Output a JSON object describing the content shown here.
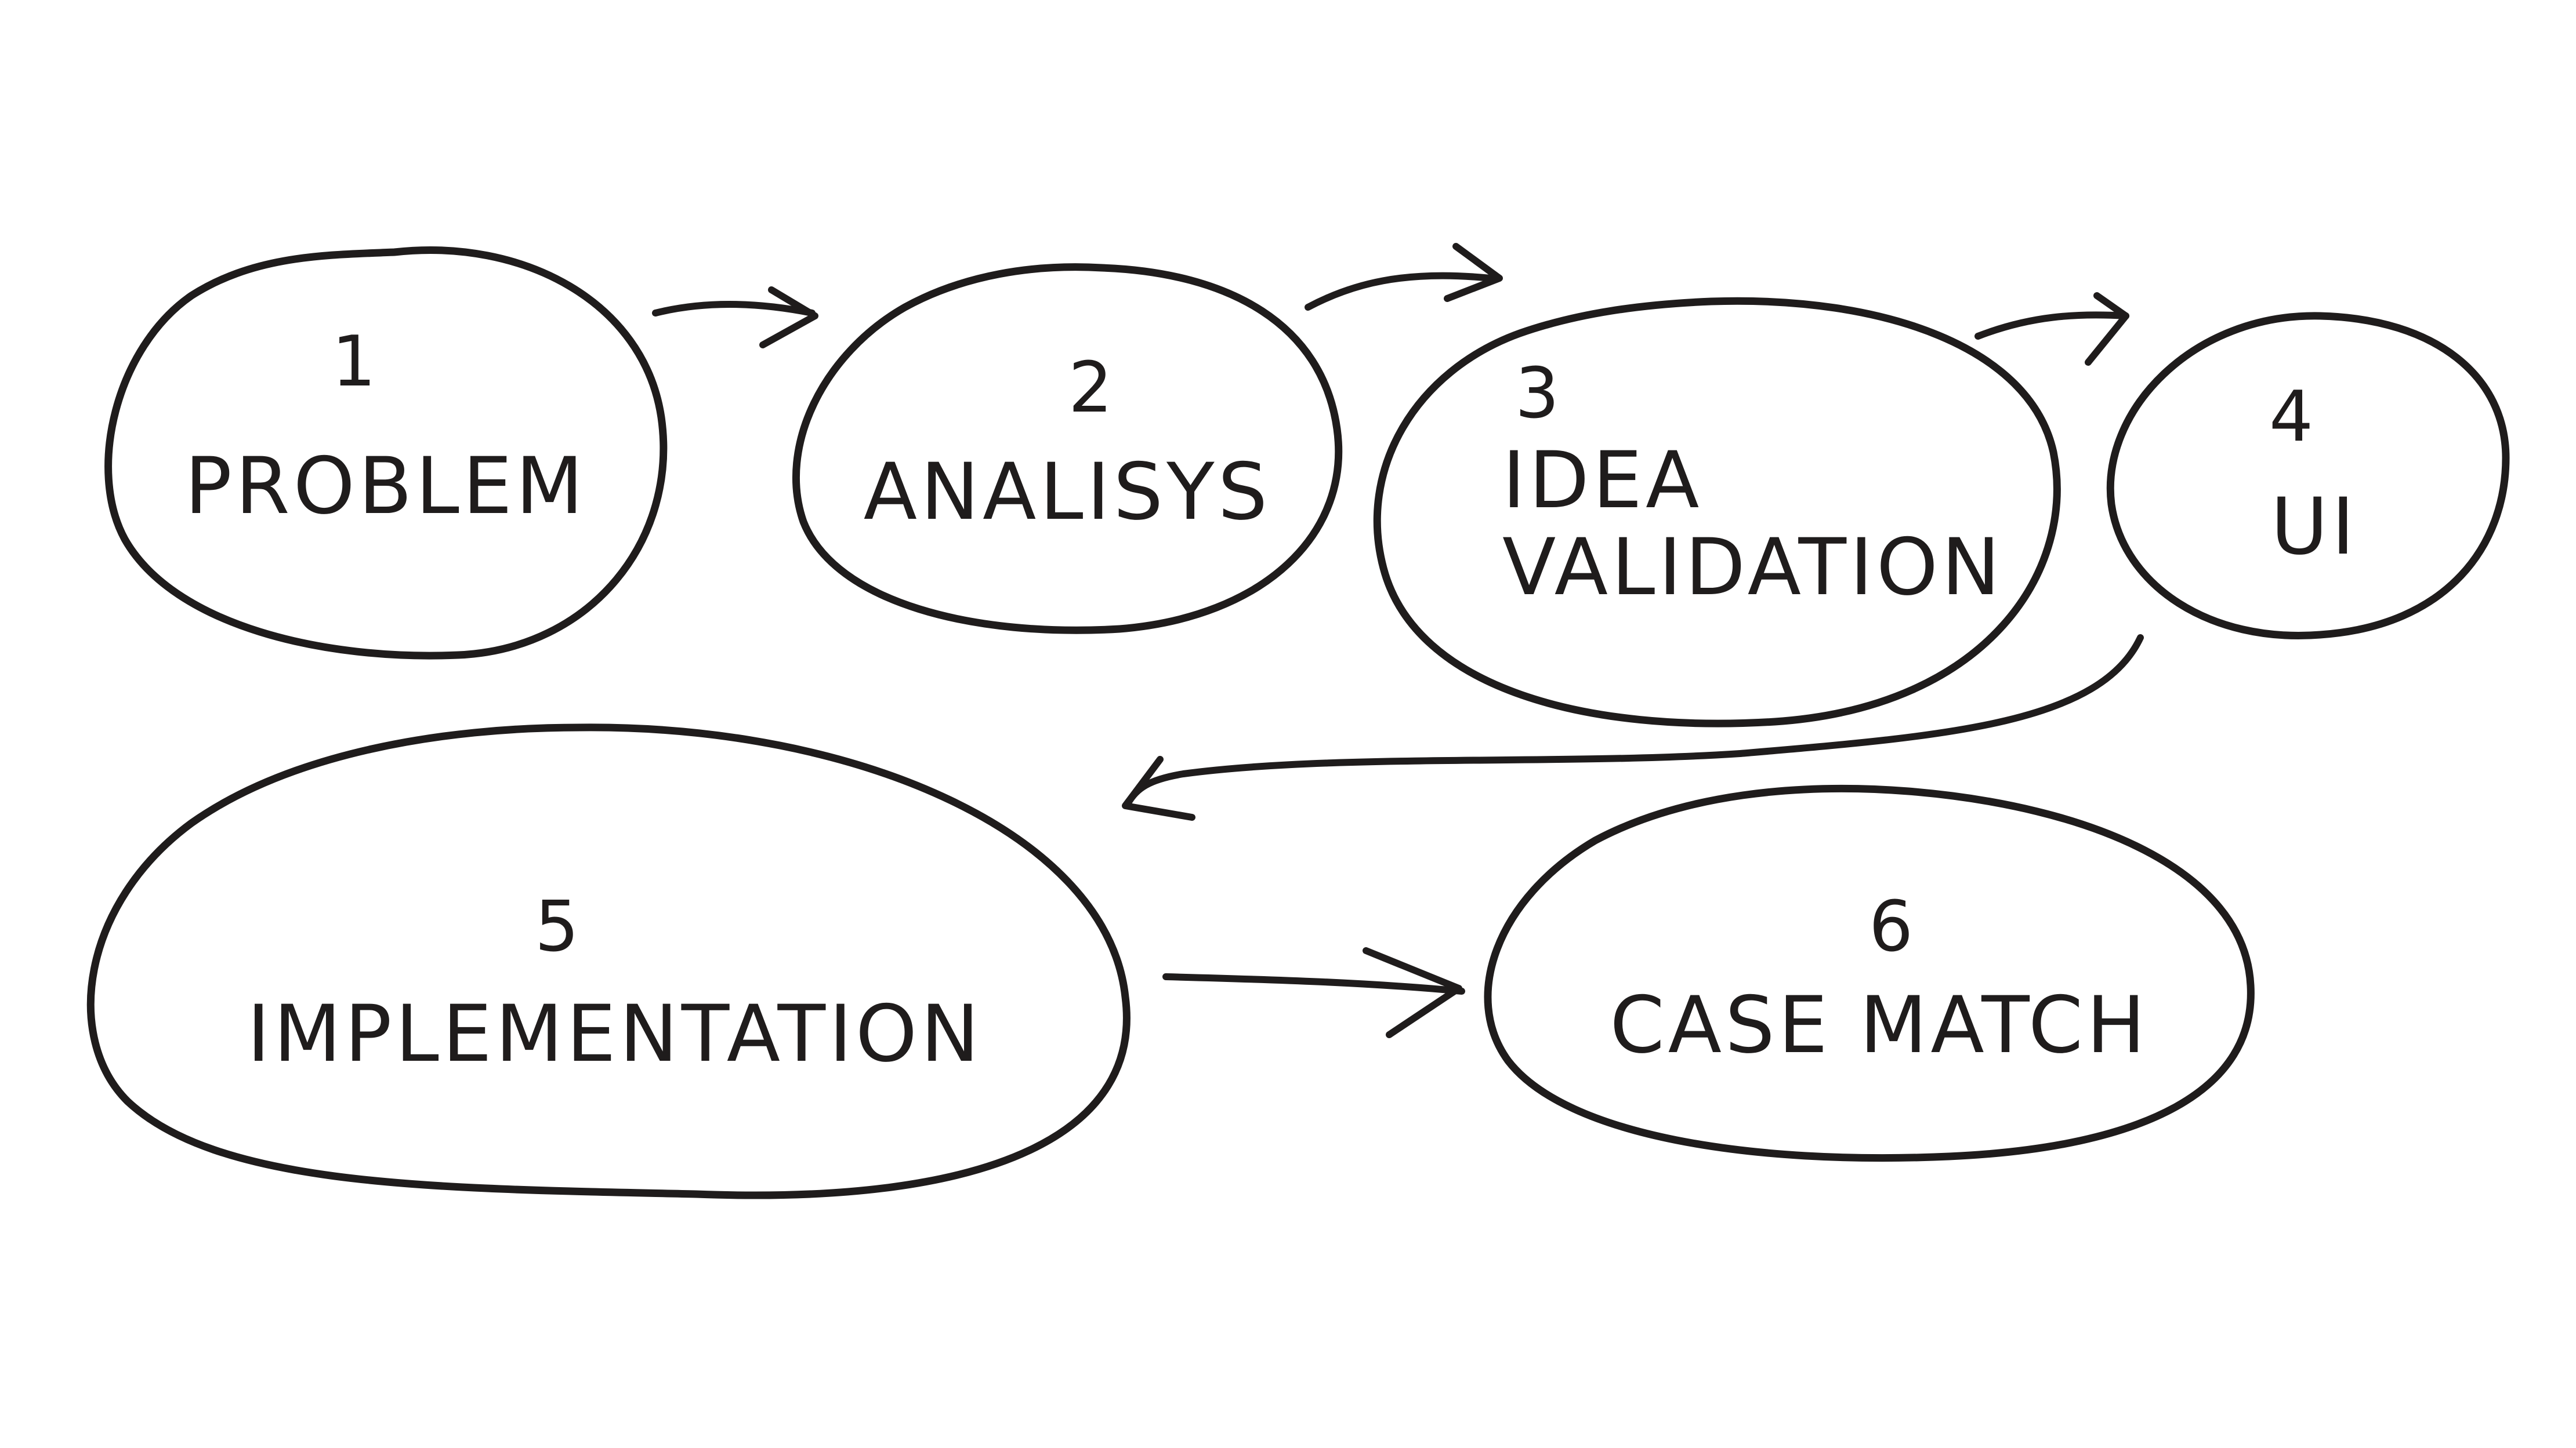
{
  "diagram": {
    "steps": [
      {
        "number": "1",
        "label": "PROBLEM"
      },
      {
        "number": "2",
        "label": "ANALISYS"
      },
      {
        "number": "3",
        "label_line1": "IDEA",
        "label_line2": "VALIDATION"
      },
      {
        "number": "4",
        "label": "UI"
      },
      {
        "number": "5",
        "label": "IMPLEMENTATION"
      },
      {
        "number": "6",
        "label": "CASE MATCH"
      }
    ]
  }
}
